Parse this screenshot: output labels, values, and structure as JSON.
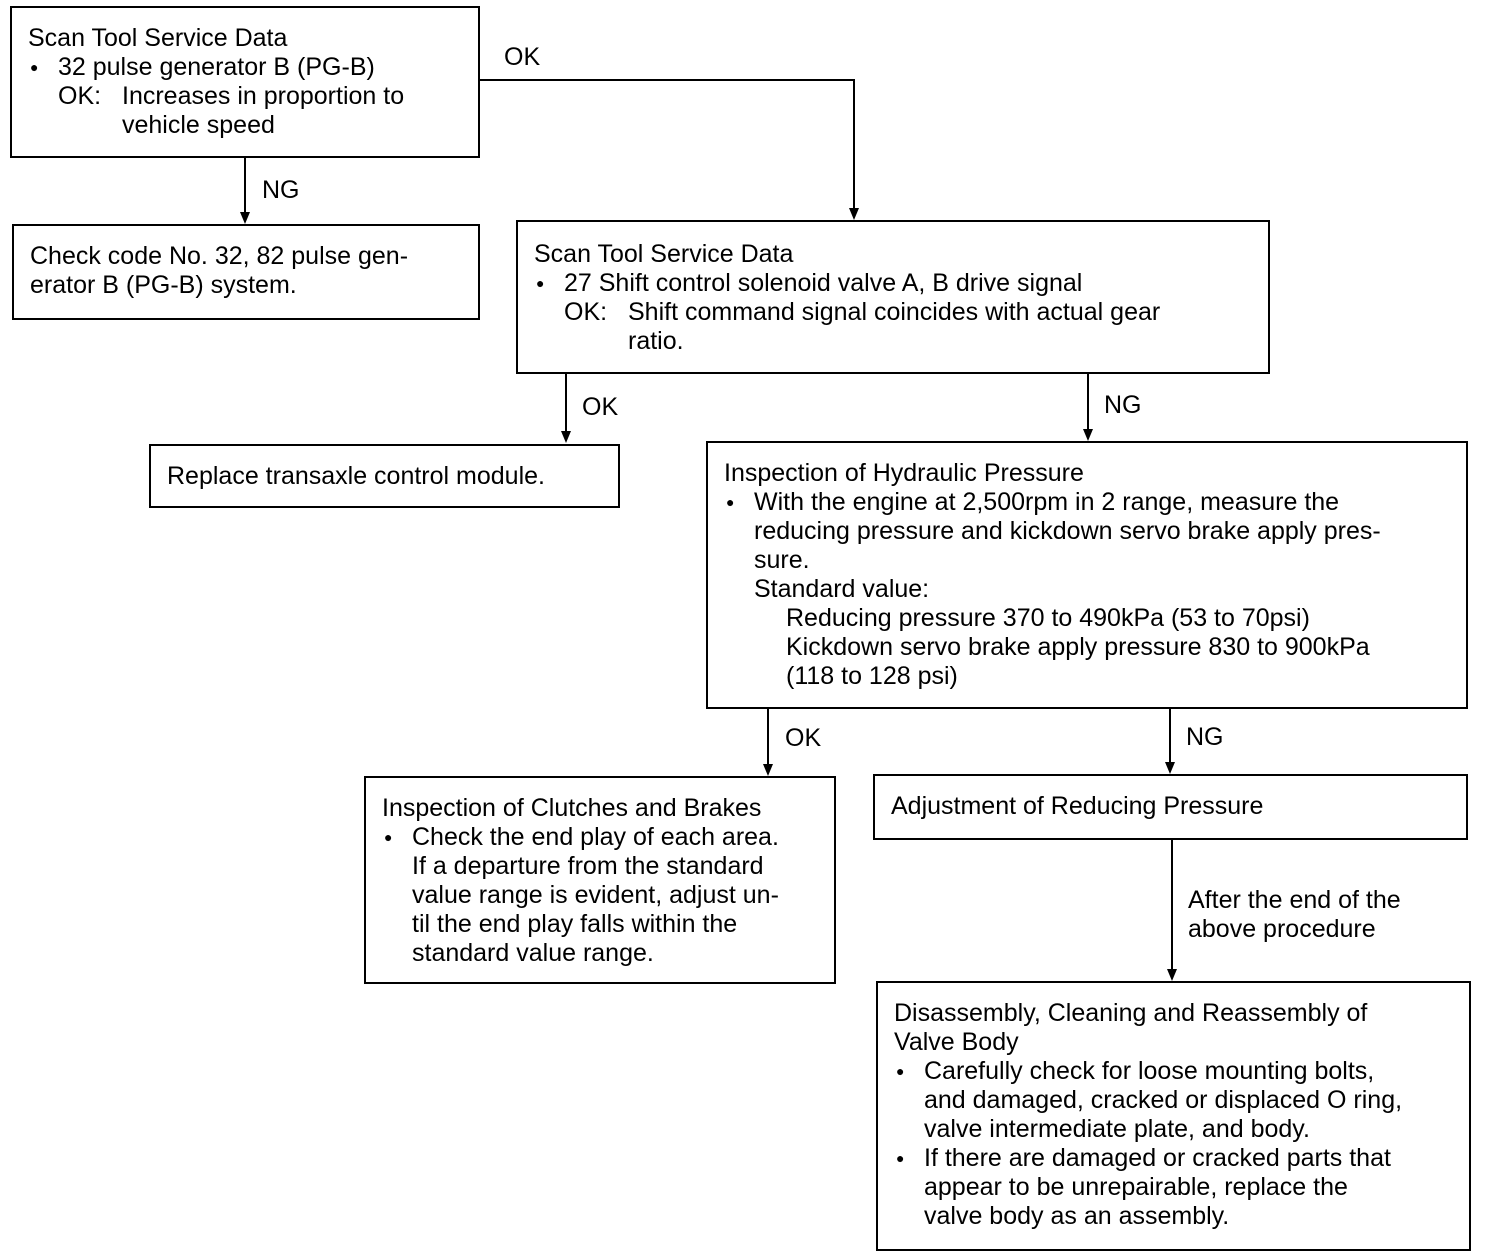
{
  "box1": {
    "title": "Scan Tool Service Data",
    "bullet": "32 pulse generator B (PG-B)",
    "ok_key": "OK:",
    "ok_text_1": "Increases in proportion to",
    "ok_text_2": "vehicle speed"
  },
  "box2": {
    "line1": "Check code No. 32, 82 pulse gen-",
    "line2": "erator B (PG-B) system."
  },
  "box3": {
    "title": "Scan Tool Service Data",
    "bullet": "27 Shift control solenoid valve A, B drive signal",
    "ok_key": "OK:",
    "ok_text_1": "Shift command signal coincides with actual gear",
    "ok_text_2": "ratio."
  },
  "box4": {
    "text": "Replace transaxle control module."
  },
  "box5": {
    "title": "Inspection of Hydraulic Pressure",
    "b1": "With the engine at 2,500rpm in 2 range, measure the",
    "b2": "reducing pressure and kickdown servo brake apply pres-",
    "b3": "sure.",
    "std": "Standard value:",
    "v1": "Reducing pressure 370 to 490kPa (53 to 70psi)",
    "v2": "Kickdown servo brake apply pressure 830 to 900kPa",
    "v3": "(118 to 128 psi)"
  },
  "box6": {
    "title": "Inspection of Clutches and Brakes",
    "l1": "Check the end play of each area.",
    "l2": "If a departure from the standard",
    "l3": "value range is evident, adjust un-",
    "l4": "til the end play falls within the",
    "l5": "standard value range."
  },
  "box7": {
    "text": "Adjustment of Reducing Pressure"
  },
  "box8": {
    "t1": "Disassembly, Cleaning and Reassembly of",
    "t2": "Valve Body",
    "a1": "Carefully check for loose mounting bolts,",
    "a2": "and damaged, cracked or displaced O ring,",
    "a3": "valve intermediate plate, and body.",
    "b1": "If there are damaged or cracked parts that",
    "b2": "appear to be unrepairable, replace the",
    "b3": "valve body as an assembly."
  },
  "labels": {
    "ok": "OK",
    "ng": "NG",
    "after_1": "After the end of the",
    "after_2": "above procedure"
  },
  "bullet_char": "●"
}
